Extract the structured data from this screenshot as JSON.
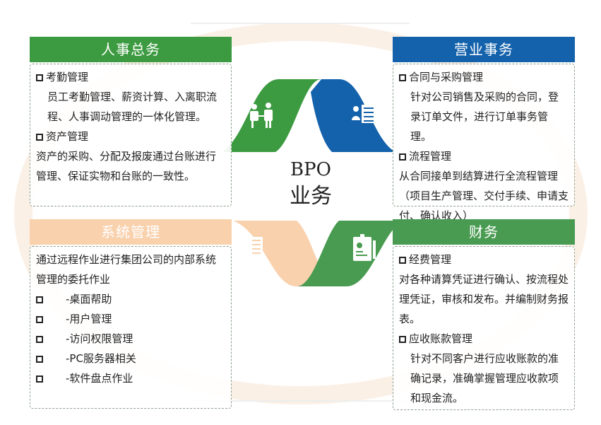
{
  "center": {
    "line1": "BPO",
    "line2": "业务"
  },
  "colors": {
    "hr": "#3c9a40",
    "sales": "#1462ac",
    "system": "#f9d1ad",
    "finance": "#4a9b52"
  },
  "hr": {
    "title": "人事总务",
    "sections": [
      {
        "heading": "考勤管理",
        "body": "员工考勤管理、薪资计算、入离职流程、人事调动管理的一体化管理。"
      },
      {
        "heading": "资产管理",
        "body": "资产的采购、分配及报废通过台账进行管理、保证实物和台账的一致性。"
      }
    ]
  },
  "sales": {
    "title": "营业事务",
    "sections": [
      {
        "heading": "合同与采购管理",
        "body": "针对公司销售及采购的合同，登录订单文件，进行订单事务管理。"
      },
      {
        "heading": "流程管理",
        "body": "从合同接单到结算进行全流程管理（项目生产管理、交付手续、申请支付、确认收入）"
      }
    ]
  },
  "system": {
    "title": "系统管理",
    "intro": "通过远程作业进行集团公司的内部系统管理的委托作业",
    "items": [
      "-桌面帮助",
      "-用户管理",
      "-访问权限管理",
      "-PC服务器相关",
      "-软件盘点作业"
    ]
  },
  "finance": {
    "title": "财务",
    "sections": [
      {
        "heading": "经费管理",
        "body": "对各种请算凭证进行确认、按流程处理凭证，审核和发布。并编制财务报表。"
      },
      {
        "heading": "应收账款管理",
        "body": "针对不同客户进行应收账款的准确记录，准确掌握管理应收款项和现金流。"
      }
    ]
  },
  "icons": [
    "meeting-icon",
    "document-list-icon",
    "server-icon",
    "id-card-icon"
  ]
}
